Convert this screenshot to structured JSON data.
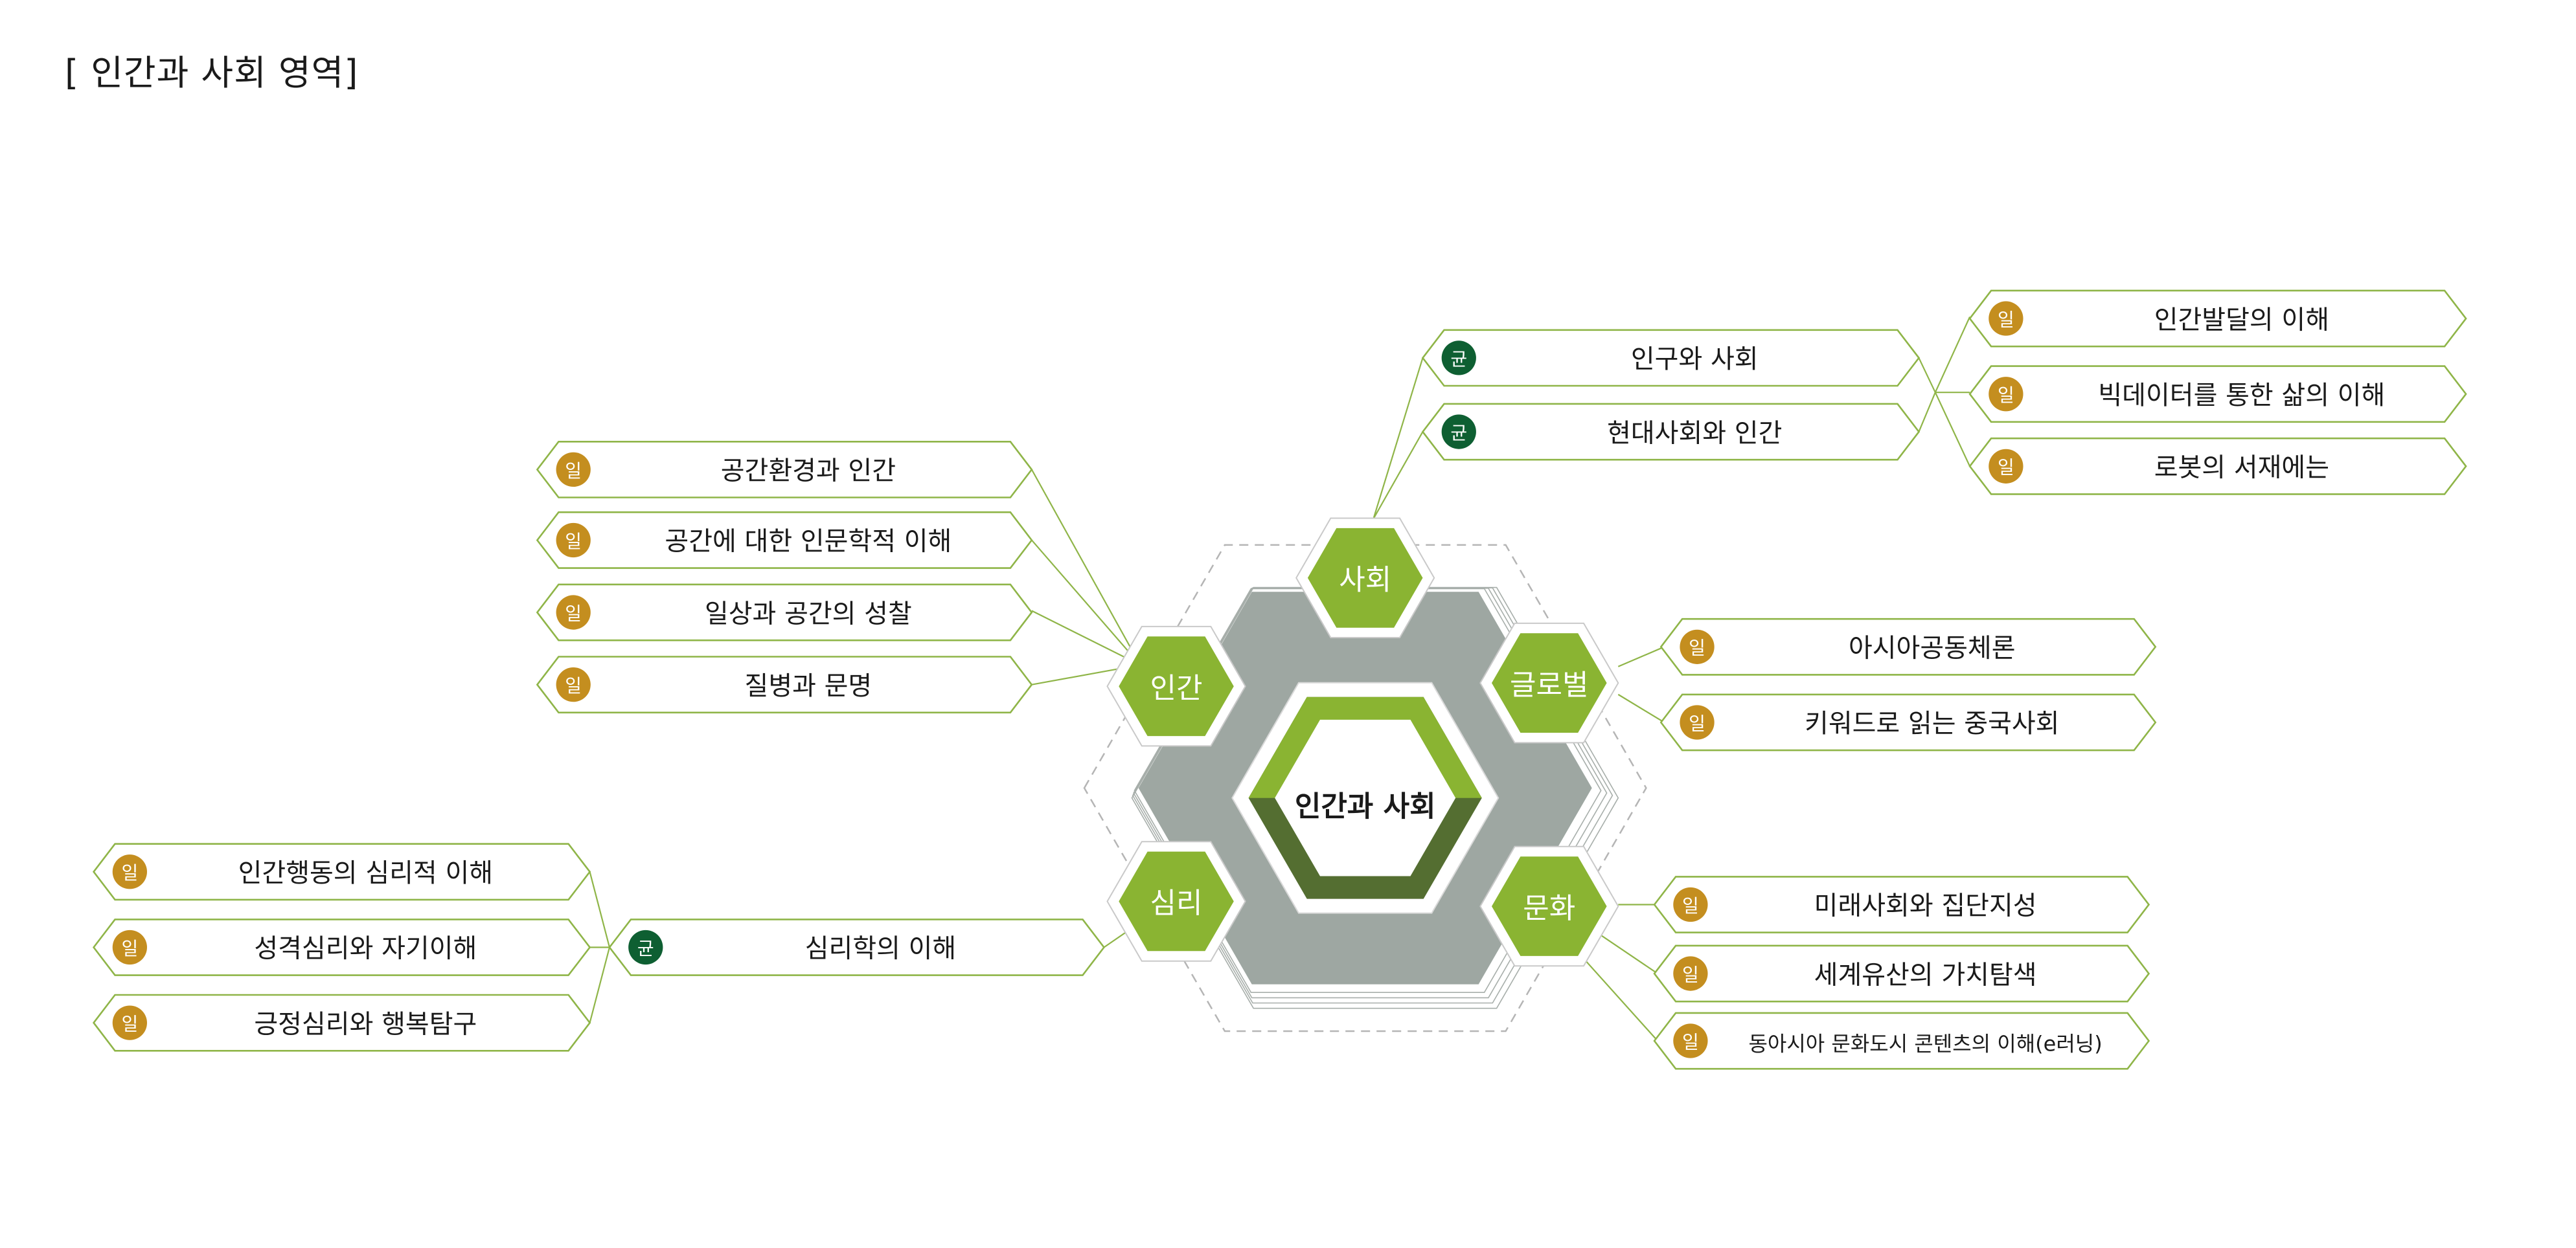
{
  "title": "[ 인간과 사회 영역]",
  "colors": {
    "hex_green": "#8ab432",
    "dark_green": "#546e31",
    "line_green": "#8fb548",
    "box_stroke": "#8fb548",
    "gray_bg": "#9ea7a2",
    "badge_ochre": "#c48e1f",
    "badge_green": "#0e5f32",
    "text": "#1a1a1a"
  },
  "center": {
    "label": "인간과 사회"
  },
  "categories": [
    {
      "id": "society",
      "label": "사회"
    },
    {
      "id": "human",
      "label": "인간"
    },
    {
      "id": "global",
      "label": "글로벌"
    },
    {
      "id": "psych",
      "label": "심리"
    },
    {
      "id": "culture",
      "label": "문화"
    }
  ],
  "badges": {
    "general": "일",
    "balanced": "균"
  },
  "courses": {
    "society_mid": [
      {
        "badge": "균",
        "label": "인구와 사회"
      },
      {
        "badge": "균",
        "label": "현대사회와 인간"
      }
    ],
    "society_right": [
      {
        "badge": "일",
        "label": "인간발달의 이해"
      },
      {
        "badge": "일",
        "label": "빅데이터를 통한 삶의 이해"
      },
      {
        "badge": "일",
        "label": "로봇의 서재에는"
      }
    ],
    "human": [
      {
        "badge": "일",
        "label": "공간환경과 인간"
      },
      {
        "badge": "일",
        "label": "공간에 대한 인문학적 이해"
      },
      {
        "badge": "일",
        "label": "일상과 공간의 성찰"
      },
      {
        "badge": "일",
        "label": "질병과 문명"
      }
    ],
    "global": [
      {
        "badge": "일",
        "label": "아시아공동체론"
      },
      {
        "badge": "일",
        "label": "키워드로 읽는 중국사회"
      }
    ],
    "psych_mid": [
      {
        "badge": "균",
        "label": "심리학의 이해"
      }
    ],
    "psych_left": [
      {
        "badge": "일",
        "label": "인간행동의 심리적 이해"
      },
      {
        "badge": "일",
        "label": "성격심리와 자기이해"
      },
      {
        "badge": "일",
        "label": "긍정심리와 행복탐구"
      }
    ],
    "culture": [
      {
        "badge": "일",
        "label": "미래사회와 집단지성"
      },
      {
        "badge": "일",
        "label": "세계유산의 가치탐색"
      },
      {
        "badge": "일",
        "label": "동아시아 문화도시 콘텐츠의 이해(e러닝)"
      }
    ]
  }
}
